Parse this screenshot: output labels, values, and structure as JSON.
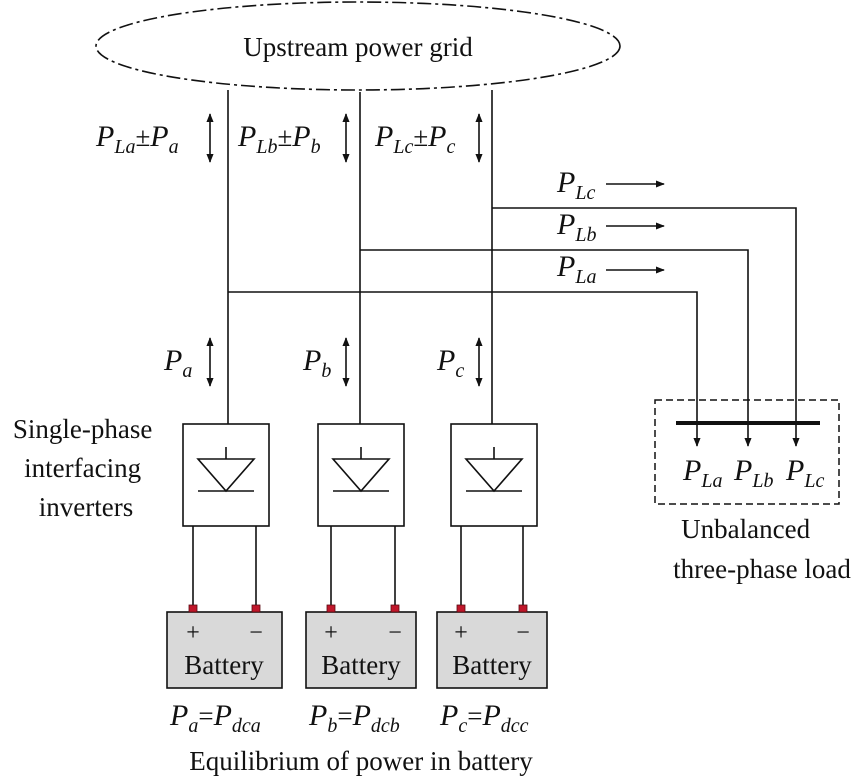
{
  "grid": {
    "label": "Upstream power grid"
  },
  "upper_flows": [
    {
      "sym": "P",
      "sub1": "La",
      "op": "±",
      "sym2": "P",
      "sub2": "a"
    },
    {
      "sym": "P",
      "sub1": "Lb",
      "op": "±",
      "sym2": "P",
      "sub2": "b"
    },
    {
      "sym": "P",
      "sub1": "Lc",
      "op": "±",
      "sym2": "P",
      "sub2": "c"
    }
  ],
  "load_flows": [
    {
      "sym": "P",
      "sub": "Lc"
    },
    {
      "sym": "P",
      "sub": "Lb"
    },
    {
      "sym": "P",
      "sub": "La"
    }
  ],
  "inverter_flows": [
    {
      "sym": "P",
      "sub": "a"
    },
    {
      "sym": "P",
      "sub": "b"
    },
    {
      "sym": "P",
      "sub": "c"
    }
  ],
  "inverters": {
    "label_lines": [
      "Single-phase",
      "interfacing",
      "inverters"
    ]
  },
  "load": {
    "labels": [
      {
        "sym": "P",
        "sub": "La"
      },
      {
        "sym": "P",
        "sub": "Lb"
      },
      {
        "sym": "P",
        "sub": "Lc"
      }
    ],
    "caption_lines": [
      "Unbalanced",
      "three-phase load"
    ]
  },
  "batteries": [
    {
      "label": "Battery",
      "plus": "+",
      "minus": "−",
      "eq": {
        "lhs": "P",
        "lhs_sub": "a",
        "op": "=",
        "rhs": "P",
        "rhs_sub": "dca"
      }
    },
    {
      "label": "Battery",
      "plus": "+",
      "minus": "−",
      "eq": {
        "lhs": "P",
        "lhs_sub": "b",
        "op": "=",
        "rhs": "P",
        "rhs_sub": "dcb"
      }
    },
    {
      "label": "Battery",
      "plus": "+",
      "minus": "−",
      "eq": {
        "lhs": "P",
        "lhs_sub": "c",
        "op": "=",
        "rhs": "P",
        "rhs_sub": "dcc"
      }
    }
  ],
  "caption": "Equilibrium of power in battery"
}
